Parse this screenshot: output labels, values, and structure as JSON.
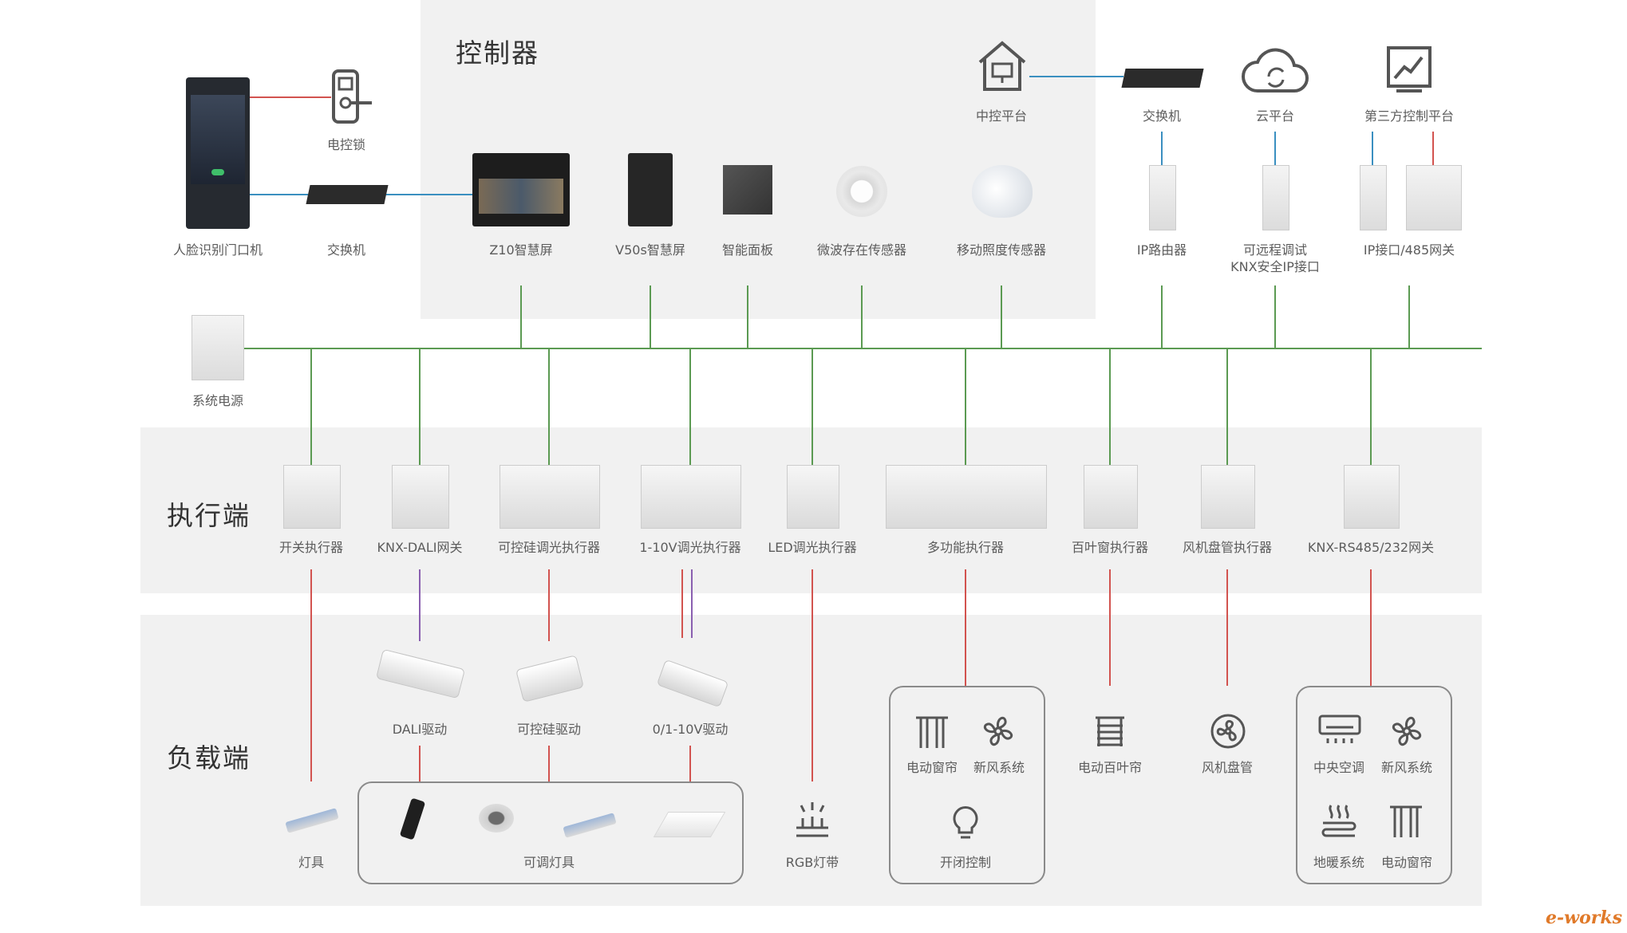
{
  "sections": {
    "controller": "控制器",
    "actuator": "执行端",
    "load": "负载端"
  },
  "top_devices": {
    "face_terminal": "人脸识别门口机",
    "elock": "电控锁",
    "switch_left": "交换机",
    "z10": "Z10智慧屏",
    "v50s": "V50s智慧屏",
    "panel": "智能面板",
    "microwave": "微波存在传感器",
    "lux": "移动照度传感器",
    "central": "中控平台",
    "switch_right": "交换机",
    "cloud": "云平台",
    "third": "第三方控制平台",
    "ip_router": "IP路由器",
    "knx_secure_1": "可远程调试",
    "knx_secure_2": "KNX安全IP接口",
    "ip_485": "IP接口/485网关",
    "power": "系统电源"
  },
  "actuators": [
    "开关执行器",
    "KNX-DALI网关",
    "可控硅调光执行器",
    "1-10V调光执行器",
    "LED调光执行器",
    "多功能执行器",
    "百叶窗执行器",
    "风机盘管执行器",
    "KNX-RS485/232网关"
  ],
  "loads": {
    "dali_driver": "DALI驱动",
    "scr_driver": "可控硅驱动",
    "v010_driver": "0/1-10V驱动",
    "lamp": "灯具",
    "dimmable_lamp": "可调灯具",
    "rgb": "RGB灯带",
    "curtain": "电动窗帘",
    "fresh_air": "新风系统",
    "on_off": "开闭控制",
    "blinds": "电动百叶帘",
    "fan_coil": "风机盘管",
    "central_ac": "中央空调",
    "fresh_air_2": "新风系统",
    "floor_heat": "地暖系统",
    "curtain_2": "电动窗帘"
  },
  "watermark": "e-works",
  "colors": {
    "bus": "#5b9a52",
    "ip": "#3a8fc0",
    "power": "#d2534f",
    "dali": "#8a5fb0",
    "panel": "#f1f1f1"
  }
}
